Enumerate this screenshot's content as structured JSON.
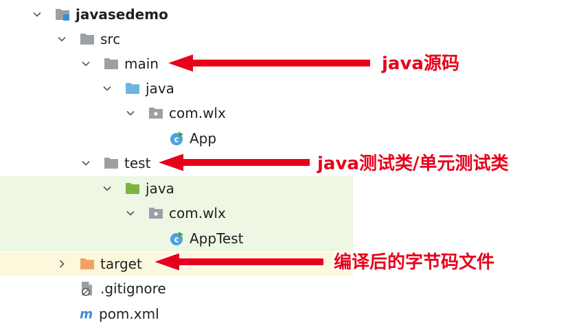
{
  "tree": {
    "root": {
      "label": "javasedemo"
    },
    "src": {
      "label": "src"
    },
    "main": {
      "label": "main"
    },
    "main_java": {
      "label": "java"
    },
    "main_pkg": {
      "label": "com.wlx"
    },
    "app_class": {
      "label": "App"
    },
    "test": {
      "label": "test"
    },
    "test_java": {
      "label": "java"
    },
    "test_pkg": {
      "label": "com.wlx"
    },
    "apptest_class": {
      "label": "AppTest"
    },
    "target": {
      "label": "target"
    },
    "gitignore": {
      "label": ".gitignore"
    },
    "pom": {
      "label": "pom.xml"
    }
  },
  "annotations": {
    "main_note": "java源码",
    "test_note": "java测试类/单元测试类",
    "target_note": "编译后的字节码文件"
  },
  "colors": {
    "annotation": "#e8001b",
    "folder_gray": "#9aa0a6",
    "folder_blue": "#6cb6e0",
    "folder_green": "#7cb342",
    "folder_orange": "#f4a261",
    "class_circle": "#4aa3df",
    "highlight_green": "#edf7e4",
    "highlight_yellow": "#fcf8dc"
  },
  "icons": {
    "expanded": "chevron-down-icon",
    "collapsed": "chevron-right-icon",
    "module": "module-folder-icon",
    "folder": "folder-icon",
    "source_folder": "source-folder-icon",
    "test_folder": "test-folder-icon",
    "package": "package-icon",
    "class": "java-class-icon",
    "excluded_folder": "excluded-folder-icon",
    "ignore_file": "ignore-file-icon",
    "maven": "maven-icon"
  }
}
